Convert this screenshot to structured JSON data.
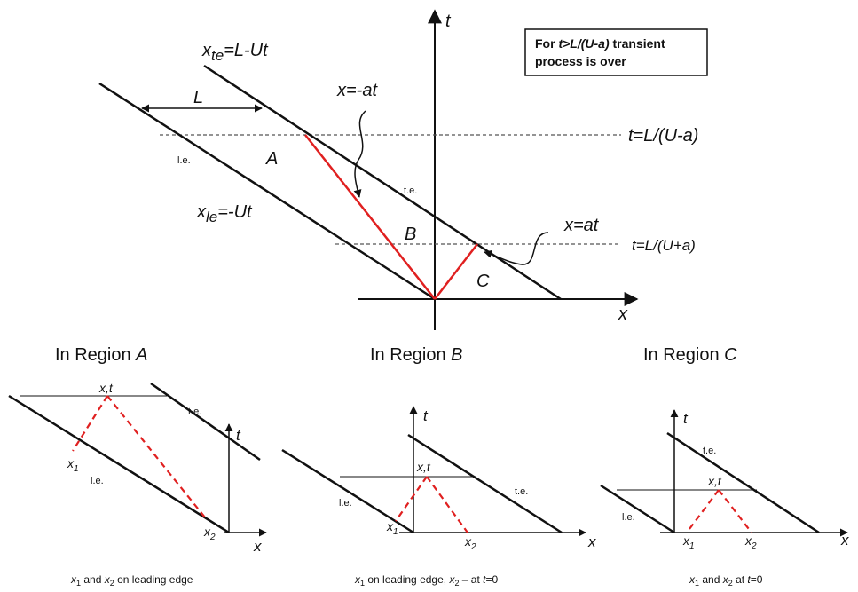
{
  "main": {
    "t_axis": "t",
    "x_axis": "x",
    "note": {
      "prefix": "For ",
      "condition": "t>L/(U-a)",
      "line1_suffix": " transient",
      "line2": "process is over"
    },
    "te_eq": {
      "var": "x",
      "sub": "te",
      "rhs": "=L-Ut"
    },
    "le_eq": {
      "var": "x",
      "sub": "le",
      "rhs": "=-Ut"
    },
    "L_label": "L",
    "le_label": "l.e.",
    "te_label": "t.e.",
    "region_A": "A",
    "region_B": "B",
    "region_C": "C",
    "char_minus": "x=-at",
    "char_plus": "x=at",
    "t_upper": "t=L/(U-a)",
    "t_lower": "t=L/(U+a)"
  },
  "panels": [
    {
      "title_prefix": "In Region ",
      "region": "A",
      "point": "x,t",
      "x1": "x",
      "x1_sub": "1",
      "x2": "x",
      "x2_sub": "2",
      "le": "l.e.",
      "te": "t.e.",
      "t": "t",
      "x": "x",
      "caption": {
        "a": "x",
        "a_sub": "1",
        "b": " and ",
        "c": "x",
        "c_sub": "2",
        "d": " on leading edge",
        "e": ""
      }
    },
    {
      "title_prefix": "In Region ",
      "region": "B",
      "point": "x,t",
      "x1": "x",
      "x1_sub": "1",
      "x2": "x",
      "x2_sub": "2",
      "le": "l.e.",
      "te": "t.e.",
      "t": "t",
      "x": "x",
      "caption": {
        "a": "x",
        "a_sub": "1",
        "b": " on leading edge, ",
        "c": "x",
        "c_sub": "2",
        "d": " – at ",
        "e": "t",
        "f": "=0"
      }
    },
    {
      "title_prefix": "In Region ",
      "region": "C",
      "point": "x,t",
      "x1": "x",
      "x1_sub": "1",
      "x2": "x",
      "x2_sub": "2",
      "le": "l.e.",
      "te": "t.e.",
      "t": "t",
      "x": "x",
      "caption": {
        "a": "x",
        "a_sub": "1",
        "b": " and ",
        "c": "x",
        "c_sub": "2",
        "d": " at ",
        "e": "t",
        "f": "=0"
      }
    }
  ],
  "colors": {
    "line": "#111111",
    "char": "#e02020",
    "dash": "#555555"
  }
}
